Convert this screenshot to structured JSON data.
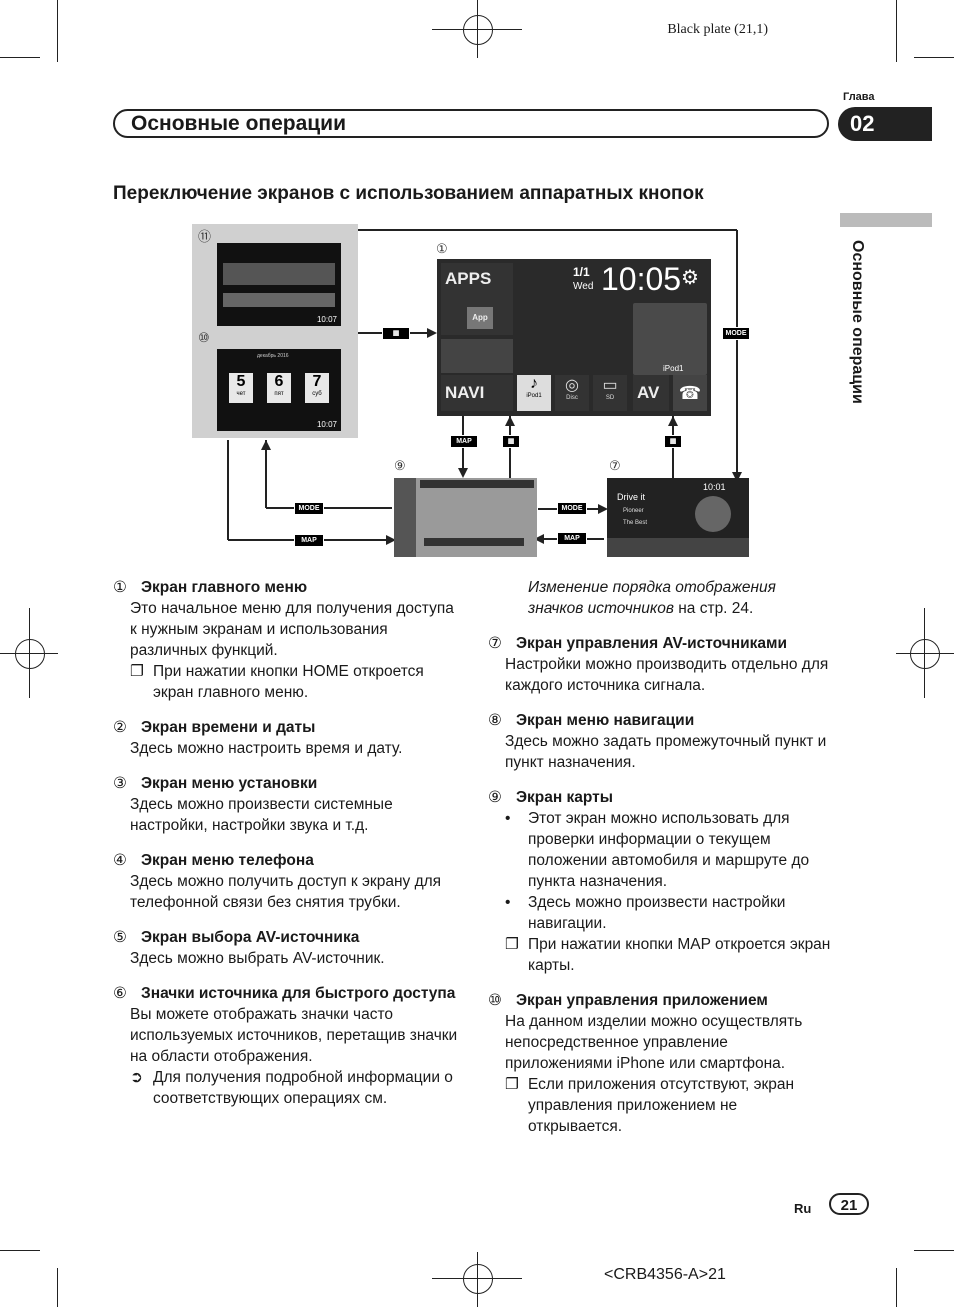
{
  "header": {
    "plate": "Black plate (21,1)",
    "chapter_label": "Глава",
    "chapter_number": "02",
    "title": "Основные операции",
    "side_title": "Основные операции"
  },
  "section_heading": "Переключение экранов с использованием аппаратных кнопок",
  "diagram": {
    "callouts": [
      "⑪",
      "⑩",
      "①",
      "⑨",
      "⑦"
    ],
    "keys": {
      "mode": "MODE",
      "map": "MAP"
    },
    "main_screen": {
      "apps": "APPS",
      "app": "App",
      "navi": "NAVI",
      "av": "AV",
      "date": "1/1",
      "day": "Wed",
      "time": "10:05",
      "source_ipod": "iPod1",
      "source_disc": "Disc",
      "source_sd": "SD",
      "album_label": "iPod1"
    },
    "calendar": {
      "days": [
        "5",
        "6",
        "7"
      ],
      "weekdays": [
        "чет",
        "пят",
        "суб"
      ],
      "month": "декабрь 2016"
    },
    "av_screen": {
      "track": "Drive it",
      "artist": "Pioneer",
      "album": "The Best",
      "time": "10:01"
    },
    "status_time": "10:07"
  },
  "left_column": [
    {
      "num": "①",
      "title": "Экран главного меню",
      "body": "Это начальное меню для получения доступа к нужным экранам и использования различных функций.",
      "note": "При нажатии кнопки HOME откроется экран главного меню."
    },
    {
      "num": "②",
      "title": "Экран времени и даты",
      "body": "Здесь можно настроить время и дату."
    },
    {
      "num": "③",
      "title": "Экран меню установки",
      "body": "Здесь можно произвести системные настройки, настройки звука и т.д."
    },
    {
      "num": "④",
      "title": "Экран меню телефона",
      "body": "Здесь можно получить доступ к экрану для телефонной связи без снятия трубки."
    },
    {
      "num": "⑤",
      "title": "Экран выбора AV-источника",
      "body": "Здесь можно выбрать AV-источник."
    },
    {
      "num": "⑥",
      "title": "Значки источника для быстрого доступа",
      "body": "Вы можете отображать значки часто используемых источников, перетащив значки на области отображения.",
      "note": "Для получения подробной информации о соответствующих операциях см."
    }
  ],
  "right_column": {
    "ref_italic": "Изменение порядка отображения значков источников",
    "ref_tail": " на стр. 24.",
    "items": [
      {
        "num": "⑦",
        "title": "Экран управления AV-источниками",
        "body": "Настройки можно производить отдельно для каждого источника сигнала."
      },
      {
        "num": "⑧",
        "title": "Экран меню навигации",
        "body": "Здесь можно задать промежуточный пункт и пункт назначения."
      },
      {
        "num": "⑨",
        "title": "Экран карты",
        "bullets": [
          "Этот экран можно использовать для проверки информации о текущем положении автомобиля и маршруте до пункта назначения.",
          "Здесь можно произвести настройки навигации."
        ],
        "note": "При нажатии кнопки MAP откроется экран карты."
      },
      {
        "num": "⑩",
        "title": "Экран управления приложением",
        "body": "На данном изделии можно осуществлять непосредственное управление приложениями iPhone или смартфона.",
        "note": "Если приложения отсутствуют, экран управления приложением не открывается."
      }
    ]
  },
  "footer": {
    "lang": "Ru",
    "page": "21",
    "code": "<CRB4356-A>21"
  }
}
